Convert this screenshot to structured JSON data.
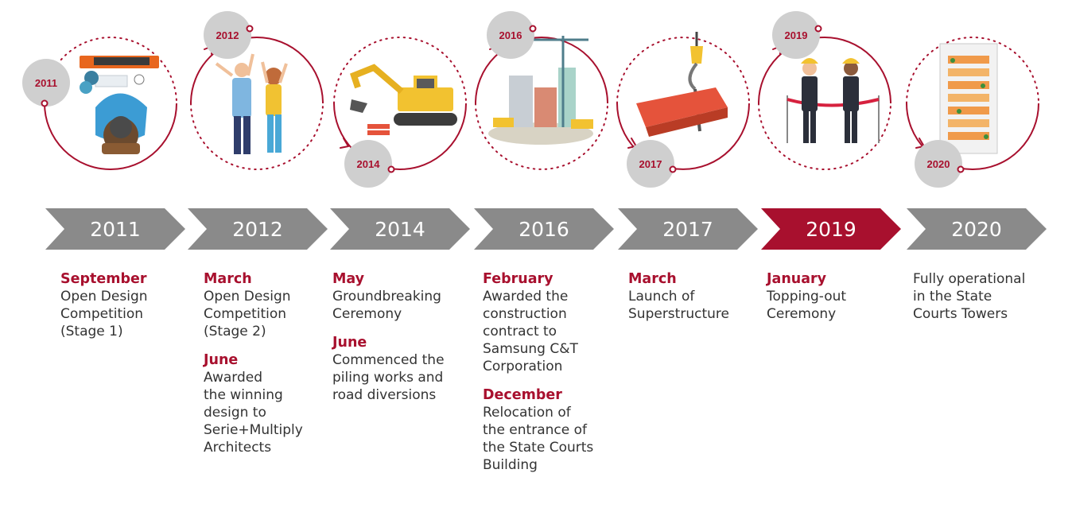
{
  "colors": {
    "accent": "#a8102e",
    "grey": "#8a8a8a",
    "badge": "#cfcfcf",
    "text": "#333333"
  },
  "badges": [
    "2011",
    "2012",
    "2014",
    "2016",
    "2017",
    "2019",
    "2020"
  ],
  "chevrons": [
    {
      "label": "2011",
      "active": false
    },
    {
      "label": "2012",
      "active": false
    },
    {
      "label": "2014",
      "active": false
    },
    {
      "label": "2016",
      "active": false
    },
    {
      "label": "2017",
      "active": false
    },
    {
      "label": "2019",
      "active": true
    },
    {
      "label": "2020",
      "active": false
    }
  ],
  "milestones": [
    {
      "events": [
        {
          "month": "September",
          "lines": [
            "Open Design",
            "Competition",
            "(Stage 1)"
          ]
        }
      ]
    },
    {
      "events": [
        {
          "month": "March",
          "lines": [
            "Open Design",
            "Competition",
            "(Stage 2)"
          ]
        },
        {
          "month": "June",
          "lines": [
            "Awarded",
            "the winning",
            "design to",
            "Serie+Multiply",
            "Architects"
          ]
        }
      ]
    },
    {
      "events": [
        {
          "month": "May",
          "lines": [
            "Groundbreaking",
            "Ceremony"
          ]
        },
        {
          "month": "June",
          "lines": [
            "Commenced the",
            "piling works and",
            "road diversions"
          ]
        }
      ]
    },
    {
      "events": [
        {
          "month": "February",
          "lines": [
            "Awarded the",
            "construction",
            "contract to",
            "Samsung C&T",
            "Corporation"
          ]
        },
        {
          "month": "December",
          "lines": [
            "Relocation of",
            "the entrance of",
            "the State Courts",
            "Building"
          ]
        }
      ]
    },
    {
      "events": [
        {
          "month": "March",
          "lines": [
            "Launch of",
            "Superstructure"
          ]
        }
      ]
    },
    {
      "events": [
        {
          "month": "January",
          "lines": [
            "Topping-out",
            "Ceremony"
          ]
        }
      ]
    },
    {
      "events": [
        {
          "month": "",
          "lines": [
            "Fully operational",
            "in the State",
            "Courts Towers"
          ]
        }
      ]
    }
  ]
}
